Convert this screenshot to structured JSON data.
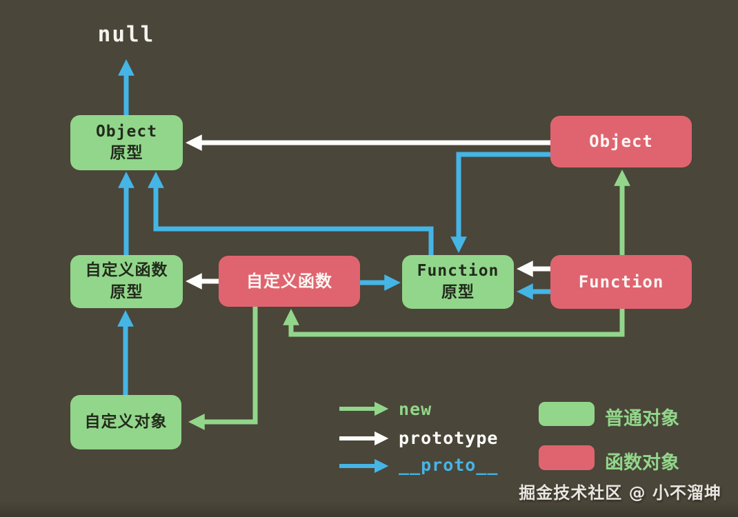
{
  "diagram": {
    "null_label": "null",
    "nodes": {
      "object_prototype": {
        "line1": "Object",
        "line2": "原型"
      },
      "custom_function_prototype": {
        "line1": "自定义函数",
        "line2": "原型"
      },
      "custom_object": {
        "line1": "自定义对象"
      },
      "custom_function": {
        "line1": "自定义函数"
      },
      "function_prototype": {
        "line1": "Function",
        "line2": "原型"
      },
      "object": {
        "line1": "Object"
      },
      "function": {
        "line1": "Function"
      }
    },
    "relations": [
      {
        "from": "object_prototype",
        "to": "null",
        "kind": "__proto__"
      },
      {
        "from": "object",
        "to": "object_prototype",
        "kind": "prototype"
      },
      {
        "from": "object",
        "to": "function_prototype",
        "kind": "__proto__"
      },
      {
        "from": "function_prototype",
        "to": "object_prototype",
        "kind": "__proto__"
      },
      {
        "from": "custom_function_prototype",
        "to": "object_prototype",
        "kind": "__proto__"
      },
      {
        "from": "custom_function",
        "to": "custom_function_prototype",
        "kind": "prototype"
      },
      {
        "from": "custom_function",
        "to": "function_prototype",
        "kind": "__proto__"
      },
      {
        "from": "function",
        "to": "function_prototype",
        "kind": "prototype"
      },
      {
        "from": "function",
        "to": "function_prototype",
        "kind": "__proto__"
      },
      {
        "from": "function",
        "to": "object",
        "kind": "new"
      },
      {
        "from": "function",
        "to": "custom_function",
        "kind": "new"
      },
      {
        "from": "custom_function",
        "to": "custom_object",
        "kind": "new"
      },
      {
        "from": "custom_object",
        "to": "custom_function_prototype",
        "kind": "__proto__"
      }
    ]
  },
  "legend": {
    "arrow_items": [
      {
        "label": "new",
        "color": "#92d68b"
      },
      {
        "label": "prototype",
        "color": "#fdfdfb"
      },
      {
        "label": "__proto__",
        "color": "#45b5e6"
      }
    ],
    "swatch_items": [
      {
        "label": "普通对象",
        "color": "#92d68b"
      },
      {
        "label": "函数对象",
        "color": "#e0646f"
      }
    ]
  },
  "watermark": "掘金技术社区 @ 小不溜坤",
  "colors": {
    "background": "#4a4639",
    "normal_object_box": "#92d68b",
    "function_object_box": "#e0646f",
    "proto_arrow": "#45b5e6",
    "new_arrow": "#92d68b",
    "prototype_arrow": "#fdfdfb"
  }
}
